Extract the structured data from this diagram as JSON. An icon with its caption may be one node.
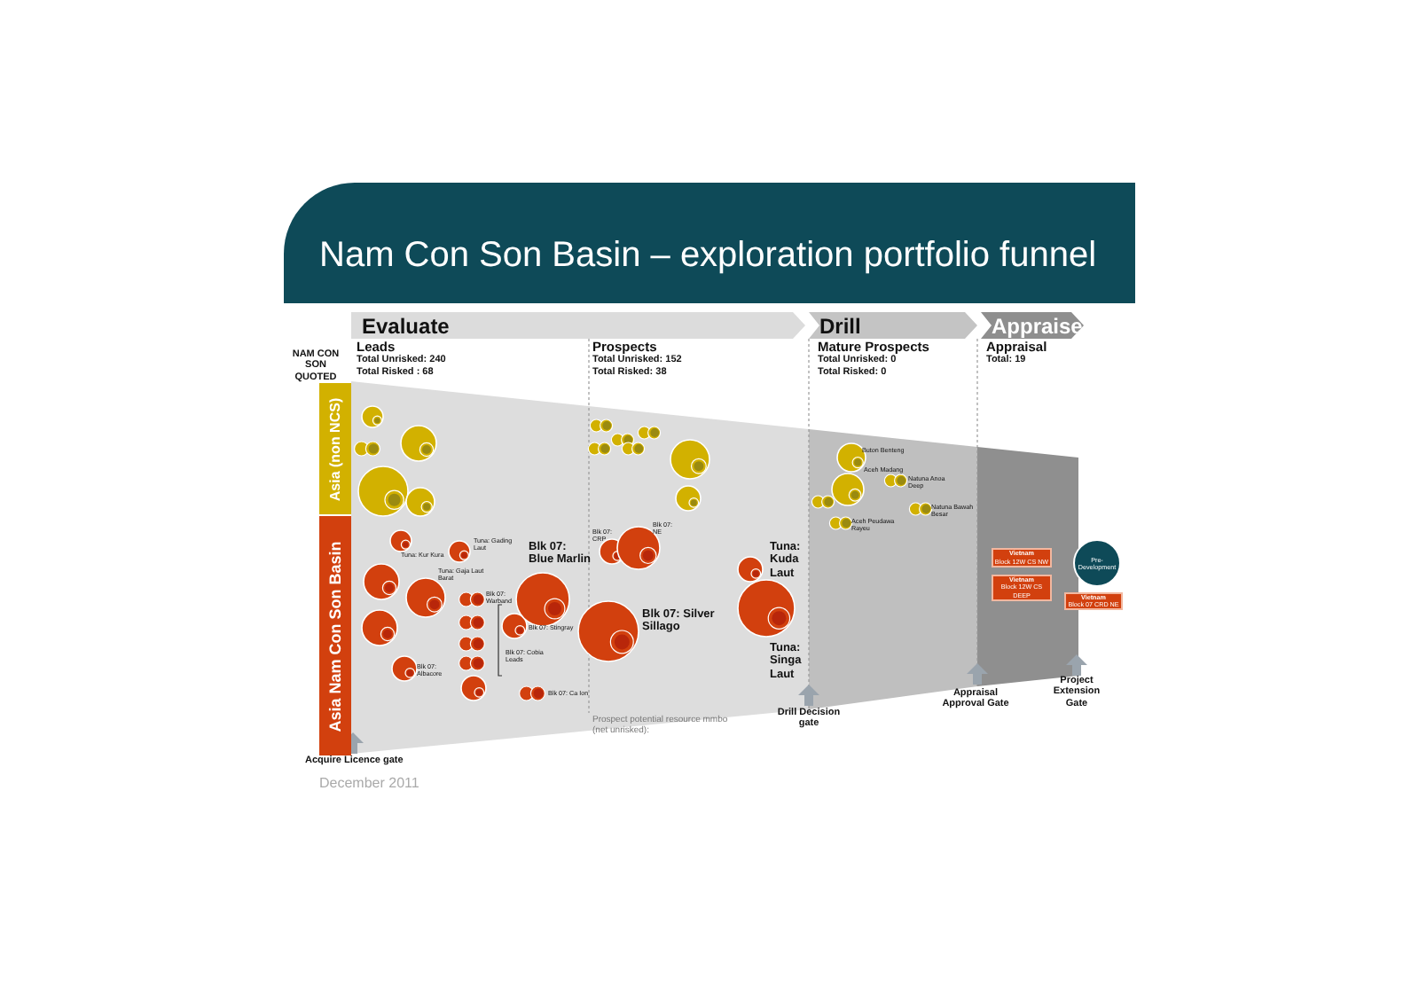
{
  "diagram": {
    "title": "Nam Con Son Basin – exploration portfolio funnel",
    "nodes": [
      {
        "text": [
          "Evaluate"
        ]
      },
      {
        "text": [
          "Drill"
        ]
      },
      {
        "text": [
          "Appraise"
        ]
      },
      {
        "text": [
          "Asia (non NCS)"
        ]
      },
      {
        "text": [
          "Asia Nam Con Son Basin"
        ]
      },
      {
        "text": [
          "Vietnam",
          "Block 12W CS NW"
        ]
      },
      {
        "text": [
          "Vietnam",
          "Block 12W CS DEEP"
        ]
      },
      {
        "text": [
          "Pre-Development"
        ]
      },
      {
        "text": [
          "Vietnam",
          "Block 07 CRD NE"
        ]
      }
    ],
    "labels": [
      "NAM CON SON QUOTED",
      "Leads",
      "Total Unrisked: 240",
      "Total Risked : 68",
      "Prospects",
      "Total Unrisked: 152",
      "Total Risked: 38",
      "Mature Prospects",
      "Total Unrisked: 0",
      "Total Risked: 0",
      "Appraisal",
      "Total: 19",
      "Buton Benteng",
      "Aceh Madang",
      "Natuna Anoa Deep",
      "Natuna Bawah Besar",
      "Aceh Peudawa Rayeu",
      "Tuna: Kur Kura",
      "Tuna: Gading Laut",
      "Tuna: Gaja Laut Barat",
      "Blk 07: Warband",
      "Blk 07: Stingray",
      "Blk 07: Cobia Leads",
      "Blk 07: Ca Ion",
      "Blk 07: Albacore",
      "Blk 07: Blue Marlin",
      "Blk 07: CRP",
      "Blk 07: NE",
      "Blk 07: Silver Sillago",
      "Tuna: Kuda Laut",
      "Tuna: Singa Laut",
      "Prospect potential resource mmbo (net unrisked):",
      "Acquire Licence gate",
      "Drill Decision gate",
      "Appraisal Approval Gate",
      "Project Extension Gate",
      "December 2011"
    ]
  }
}
